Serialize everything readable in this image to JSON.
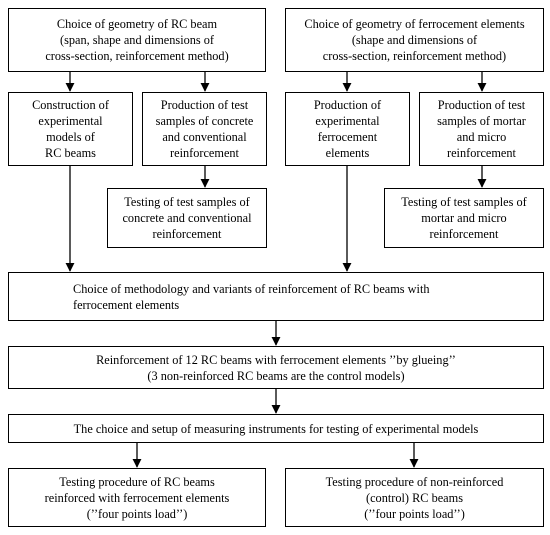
{
  "boxes": {
    "geometry_rc_beam": "Choice of geometry of RC beam\n(span, shape and dimensions of\ncross-section, reinforcement method)",
    "geometry_ferrocement": "Choice of geometry of ferrocement elements\n(shape and dimensions of\ncross-section, reinforcement method)",
    "construction_models": "Construction of\nexperimental\nmodels of\nRC beams",
    "production_concrete_samples": "Production of test\nsamples of concrete\nand conventional\nreinforcement",
    "production_ferrocement": "Production of\nexperimental\nferrocement\nelements",
    "production_mortar_samples": "Production of test\nsamples of mortar\nand micro\nreinforcement",
    "testing_concrete_samples": "Testing of test samples of\nconcrete and conventional\nreinforcement",
    "testing_mortar_samples": "Testing of test samples of\nmortar and micro\nreinforcement",
    "methodology": "Choice of methodology and variants of reinforcement of RC beams with\nferrocement elements",
    "reinforcement_12_beams": "Reinforcement of 12 RC beams with ferrocement elements ’’by glueing’’\n(3 non-reinforced RC beams are the control models)",
    "measuring_instruments": "The choice and setup of measuring instruments for testing of experimental models",
    "testing_reinforced_beams": "Testing procedure of RC beams\nreinforced with ferrocement elements\n(’’four points load’’)",
    "testing_nonreinforced_beams": "Testing procedure of non-reinforced\n(control) RC beams\n(’’four points load’’)"
  }
}
